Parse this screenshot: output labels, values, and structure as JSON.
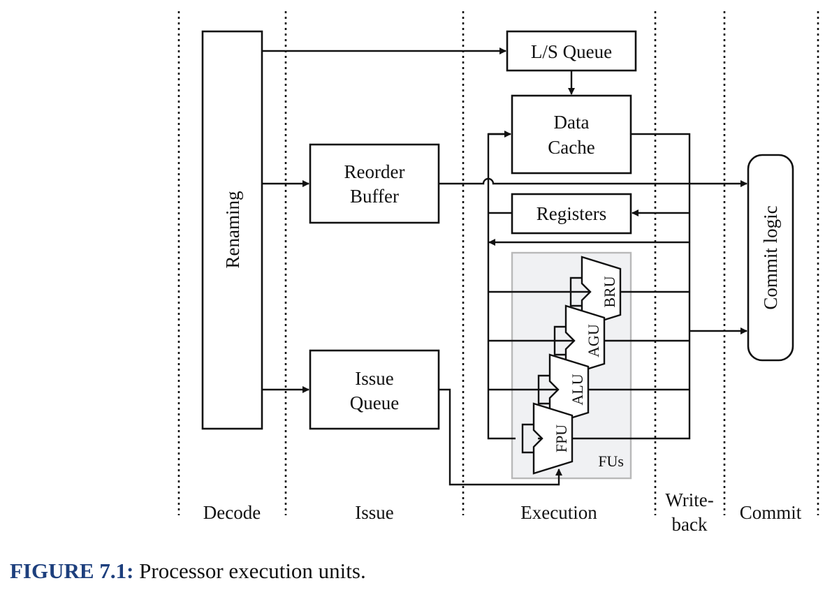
{
  "stages": [
    "Decode",
    "Issue",
    "Execution",
    "Write-",
    "back",
    "Commit"
  ],
  "blocks": {
    "renaming": "Renaming",
    "reorder_buffer": [
      "Reorder",
      "Buffer"
    ],
    "issue_queue": [
      "Issue",
      "Queue"
    ],
    "ls_queue": "L/S Queue",
    "data_cache": [
      "Data",
      "Cache"
    ],
    "registers": "Registers",
    "commit_logic": "Commit logic"
  },
  "functional_units": [
    "BRU",
    "AGU",
    "ALU",
    "FPU"
  ],
  "fus_label": "FUs",
  "caption": {
    "label": "FIGURE 7.1:",
    "text": "Processor execution units."
  },
  "colors": {
    "caption_label": "#1d3f7d",
    "fus_panel_fill": "#f0f1f3",
    "fus_panel_border": "#b9b9b9"
  }
}
